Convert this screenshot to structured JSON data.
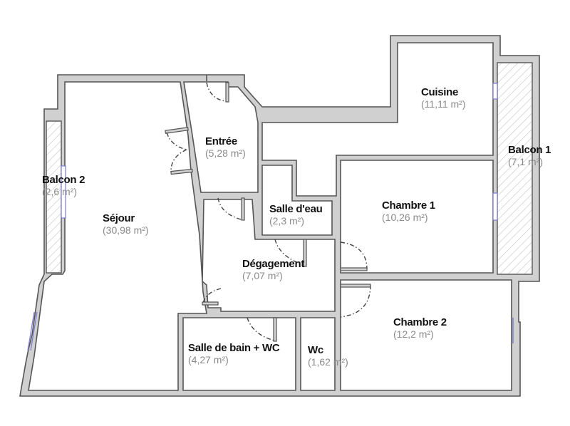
{
  "plan": {
    "wall_color": "#d0d0d0",
    "wall_outline_color": "#555555",
    "window_color": "#7a7ad0",
    "area_text_color": "#8a8a8a",
    "rooms": [
      {
        "id": "sejour",
        "name": "Séjour",
        "area": "(30,98 m²)"
      },
      {
        "id": "entree",
        "name": "Entrée",
        "area": "(5,28 m²)"
      },
      {
        "id": "cuisine",
        "name": "Cuisine",
        "area": "(11,11 m²)"
      },
      {
        "id": "balcon1",
        "name": "Balcon 1",
        "area": "(7,1 m²)"
      },
      {
        "id": "balcon2",
        "name": "Balcon 2",
        "area": "(2,6 m²)"
      },
      {
        "id": "salle_eau",
        "name": "Salle d'eau",
        "area": "(2,3 m²)"
      },
      {
        "id": "chambre1",
        "name": "Chambre 1",
        "area": "(10,26 m²)"
      },
      {
        "id": "degagement",
        "name": "Dégagement",
        "area": "(7,07 m²)"
      },
      {
        "id": "chambre2",
        "name": "Chambre 2",
        "area": "(12,2 m²)"
      },
      {
        "id": "sdb_wc",
        "name": "Salle de bain + WC",
        "area": "(4,27 m²)"
      },
      {
        "id": "wc",
        "name": "Wc",
        "area": "(1,62 m²)"
      }
    ]
  }
}
